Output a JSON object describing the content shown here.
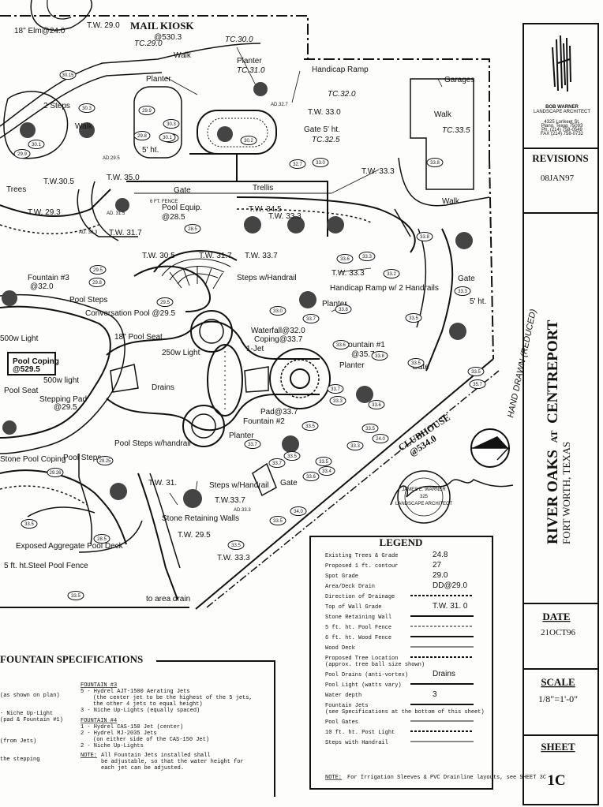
{
  "labels": {
    "mail_kiosk": "MAIL KIOSK",
    "kiosk_grade": "@530.3",
    "tw29_top": "T.W. 29.0",
    "elm": "18\" Elm@24.0",
    "walk_top": "Walk",
    "planter_top": "Planter",
    "planter_left": "Planter",
    "tc30": "TC.30.0",
    "tc29": "TC.29.0",
    "tc31": "TC.31.0",
    "handicap_ramp": "Handicap Ramp",
    "garages": "Garages",
    "steps2": "2 Steps",
    "walk_left": "Walk",
    "tw33": "T.W. 33.0",
    "gate5": "Gate 5' ht.",
    "ad327": "AD.32.7",
    "tc320": "TC.32.0",
    "tc325": "TC.32.5",
    "tc335": "TC.33.5",
    "walk_right": "Walk",
    "pool_equip": "Pool Equip.",
    "pool_equip_grade": "@28.5",
    "fence6": "6 FT. FENCE",
    "ht5": "5' ht.",
    "tw350": "T.W. 35.0",
    "ad295": "AD.29.5",
    "tw305a": "T.W.30.5",
    "trees": "Trees",
    "gate_a": "Gate",
    "trellis": "Trellis",
    "tw345": "T.W. 34.5",
    "tw333a": "T.W. 33.3",
    "tw333b": "T.W. 33.3",
    "tw293": "T.W. 29.3",
    "tw317a": "T.W. 31.7",
    "ad31": "AD. 31.5",
    "ad303": "AD. 30.3",
    "walk_r2": "Walk",
    "tw305b": "T.W. 30.5",
    "tw317b": "T.W. 31.7",
    "tw337a": "T.W. 33.7",
    "fountain3": "Fountain #3",
    "fountain3_grade": "@32.0",
    "pool_steps": "Pool Steps",
    "steps_handrail": "Steps w/Handrail",
    "tw333c": "T.W. 33.3",
    "handicap_ramp2": "Handicap Ramp w/ 2 Handrails",
    "gate_b": "Gate",
    "planter_mid": "Planter",
    "conversation_pool": "Conversation Pool @29.5",
    "pool_seat18": "18\" Pool Seat",
    "waterfall": "Waterfall@32.0",
    "coping": "Coping@33.7",
    "jet1": "1-Jet",
    "fountain1": "Fountain #1",
    "fountain1_grade": "@35.7",
    "ht5b": "5' ht.",
    "light500": "500w Light",
    "pool_coping": "Pool Coping",
    "pool_coping_grade": "@529.5",
    "light250": "250w Light",
    "planter_c": "Planter",
    "gate_c": "Gate",
    "light500b": "500w light",
    "drains": "Drains",
    "pool_seat": "Pool Seat",
    "stepping_pad": "Stepping Pad",
    "stepping_pad_grade": "@29.5",
    "pad": "Pad@33.7",
    "fountain2": "Fountain #2",
    "clubhouse": "CLUBHOUSE",
    "clubhouse_grade": "@534.0",
    "planter_d": "Planter",
    "pool_steps2": "Pool Steps w/handrail",
    "stone_pool_coping": "Stone Pool Coping",
    "pool_steps3": "Pool Steps",
    "tw31": "T.W. 31.",
    "steps_handrail2": "Steps w/Handrail",
    "tw337b": "T.W.33.7",
    "ad333": "AD.33.3",
    "gate_d": "Gate",
    "stone_walls": "Stone Retaining Walls",
    "tw295": "T.W. 29.5",
    "exposed_agg": "Exposed Aggregate Pool Deck",
    "fence5": "5 ft. ht.Steel Pool Fence",
    "tw333d": "T.W. 33.3",
    "area_drain": "to area drain",
    "hand_drawn": "HAND DRAWN (REDUCED)"
  },
  "spot_grades": [
    "30.15",
    "30.3",
    "29.9",
    "30.3",
    "30.1",
    "29.9",
    "30.2",
    "29.8",
    "30.1",
    "29.9",
    "32.7",
    "33.0",
    "33.8",
    "28.5",
    "33.6",
    "33.3",
    "33.2",
    "33.8",
    "29.5",
    "29.8",
    "29.5",
    "33.8",
    "33.7",
    "33.0",
    "33.5",
    "33.6",
    "33.8",
    "33.3",
    "33.7",
    "33.5",
    "33.6",
    "33.5",
    "29.25",
    "29.26",
    "33.7",
    "33.5",
    "35.7",
    "33.7",
    "33.4",
    "33.5",
    "33.3",
    "34.0",
    "33.5",
    "33.6",
    "28.5",
    "33.5",
    "33.5",
    "33.5",
    "33.5",
    "24.0",
    "33.5",
    "33.3"
  ],
  "specifications": {
    "title": "FOUNTAIN SPECIFICATIONS",
    "left_lines": [
      "(as shown on plan)",
      "- Niche Up-Light",
      "(pad & Fountain #1)",
      "(from Jets)",
      "the stepping"
    ],
    "f3_title": "FOUNTAIN #3",
    "f3_lines": [
      "5 - Hydrel AJT-1500 Aerating Jets",
      "(the center jet to be the highest of the 5 jets,",
      "the other 4 jets to equal height)",
      "3 - Niche Up-Lights (equally spaced)"
    ],
    "f4_title": "FOUNTAIN #4",
    "f4_lines": [
      "1 - Hydrel CAS-150 Jet (center)",
      "2 - Hydrel MJ-2035 Jets",
      "(on either side of the CAS-150 Jet)",
      "2 - Niche Up-Lights"
    ],
    "note_label": "NOTE:",
    "note_lines": [
      "All Fountain Jets installed shall",
      "be adjustable, so that the water height for",
      "each jet can be adjusted."
    ]
  },
  "legend": {
    "title": "LEGEND",
    "rows": [
      {
        "label": "Existing Trees & Grade",
        "sym": "24.8"
      },
      {
        "label": "Proposed 1 ft. contour",
        "sym": "27"
      },
      {
        "label": "Spot Grade",
        "sym": "29.0"
      },
      {
        "label": "Area/Deck Drain",
        "sym": "DD@29.0"
      },
      {
        "label": "Direction of Drainage",
        "sym": ""
      },
      {
        "label": "Top of Wall Grade",
        "sym": "T.W. 31. 0"
      },
      {
        "label": "Stone Retaining Wall",
        "sym": ""
      },
      {
        "label": "5 ft. ht. Pool Fence",
        "sym": ""
      },
      {
        "label": "6 ft. ht. Wood Fence",
        "sym": ""
      },
      {
        "label": "Wood Deck",
        "sym": ""
      },
      {
        "label": "Proposed Tree Location (approx. tree ball size shown)",
        "sym": ""
      },
      {
        "label": "Pool Drains (anti-vortex)",
        "sym": "Drains"
      },
      {
        "label": "Pool Light (watts vary)",
        "sym": ""
      },
      {
        "label": "Water depth",
        "sym": "3"
      },
      {
        "label": "Fountain Jets (see Specifications at the bottom of this sheet)",
        "sym": ""
      },
      {
        "label": "Pool Gates",
        "sym": ""
      },
      {
        "label": "10 ft. ht. Post Light",
        "sym": ""
      },
      {
        "label": "Steps with Handrail",
        "sym": ""
      }
    ],
    "note_label": "NOTE:",
    "note_text": "For Irrigation Sleeves & PVC Drainline layouts, see SHEET 3C"
  },
  "title_block": {
    "architect_name": "BOB WARNER",
    "architect_title": "LANDSCAPE ARCHITECT",
    "architect_lines": [
      "4325 Lorikeet St.",
      "Plano, Texas 75093",
      "Ph. (214) 758-0549",
      "FAX (214) 758-0732"
    ],
    "revisions_label": "REVISIONS",
    "revision_date": "08JAN97",
    "project_main": "RIVER OAKS",
    "project_at": "AT",
    "project_sub": "CENTREPORT",
    "project_location": "FORT WORTH, TEXAS",
    "date_label": "DATE",
    "date_value": "21OCT96",
    "scale_label": "SCALE",
    "scale_value": "1/8\"=1'-0\"",
    "sheet_label": "SHEET",
    "sheet_value": "1C",
    "seal_lines": [
      "JAMES E. WARNER",
      "325",
      "LANDSCAPE ARCHITECT"
    ]
  }
}
